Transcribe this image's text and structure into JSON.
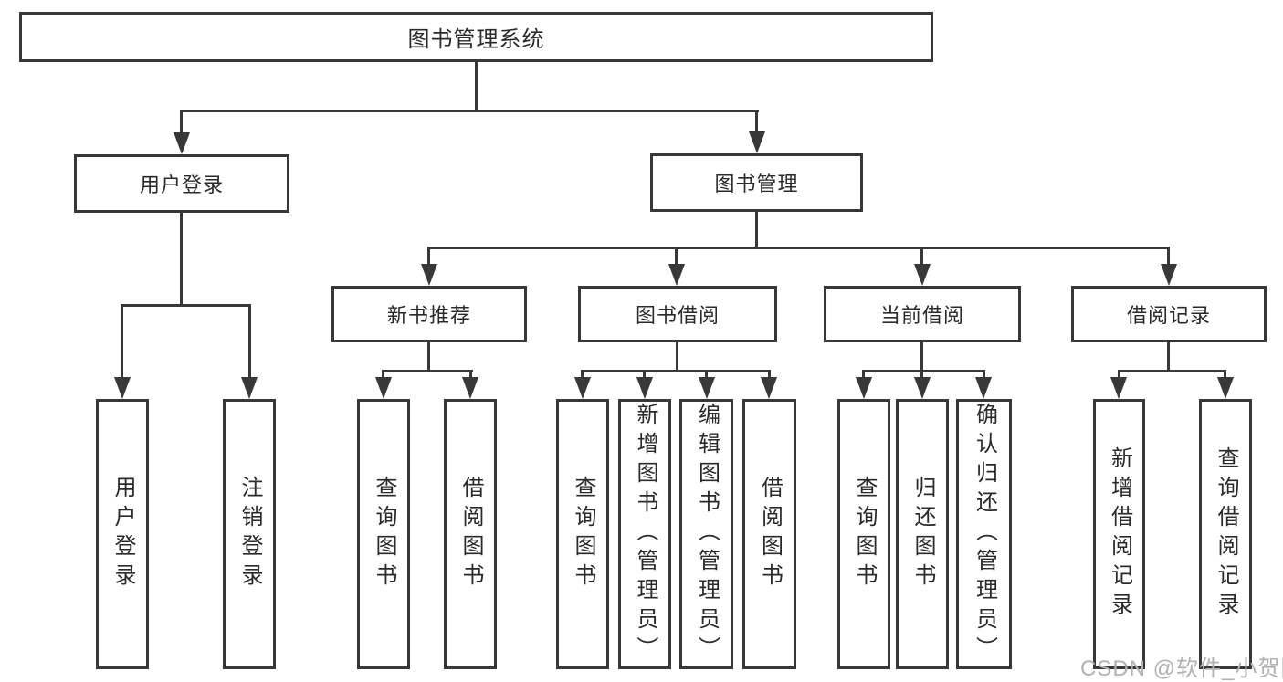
{
  "diagram": {
    "title": "图书管理系统",
    "watermark": "CSDN @软件_小贺同学",
    "colors": {
      "line": "#383838",
      "text": "#2a2a2a",
      "watermark": "#b2b2b6",
      "background": "#ffffff"
    },
    "level2": [
      {
        "label": "用户登录"
      },
      {
        "label": "图书管理"
      }
    ],
    "level3": [
      {
        "label": "新书推荐",
        "parent": "图书管理"
      },
      {
        "label": "图书借阅",
        "parent": "图书管理"
      },
      {
        "label": "当前借阅",
        "parent": "图书管理"
      },
      {
        "label": "借阅记录",
        "parent": "图书管理"
      }
    ],
    "leaves": [
      {
        "label": "用户登录",
        "parent": "用户登录"
      },
      {
        "label": "注销登录",
        "parent": "用户登录"
      },
      {
        "label": "查询图书",
        "parent": "新书推荐"
      },
      {
        "label": "借阅图书",
        "parent": "新书推荐"
      },
      {
        "label": "查询图书",
        "parent": "图书借阅"
      },
      {
        "label": "新增图书（管理员）",
        "parent": "图书借阅"
      },
      {
        "label": "编辑图书（管理员）",
        "parent": "图书借阅"
      },
      {
        "label": "借阅图书",
        "parent": "图书借阅"
      },
      {
        "label": "查询图书",
        "parent": "当前借阅"
      },
      {
        "label": "归还图书",
        "parent": "当前借阅"
      },
      {
        "label": "确认归还（管理员）",
        "parent": "当前借阅"
      },
      {
        "label": "新增借阅记录",
        "parent": "借阅记录"
      },
      {
        "label": "查询借阅记录",
        "parent": "借阅记录"
      }
    ]
  }
}
